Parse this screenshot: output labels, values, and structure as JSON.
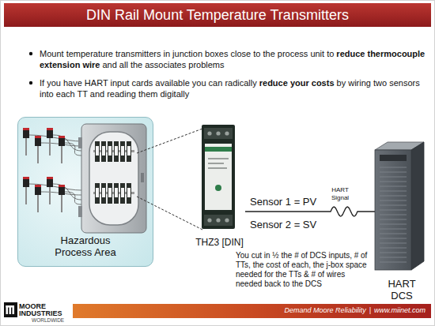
{
  "diagram": {
    "title": "DIN Rail Mount Temperature Transmitters",
    "nodes": [
      {
        "text": [
          "Hazardous Process Area"
        ]
      },
      {
        "text": [
          "THZ3 [DIN]"
        ]
      },
      {
        "text": [
          "HART DCS"
        ]
      }
    ],
    "edges": [
      {
        "from": 1,
        "to": 2,
        "arrow": "none",
        "label": "HART Signal"
      }
    ],
    "labels": [
      "Mount temperature transmitters in junction boxes close to the process unit to",
      "reduce thermocouple extension wire",
      "and all the associates problems",
      "If you have HART input cards available you can radically",
      "reduce your costs",
      "by wiring two sensors into each TT and reading them digitally",
      "Sensor 1 = PV",
      "Sensor 2 = SV",
      "You cut in ½ the # of DCS inputs, # of TTs, the cost of each, the j-box space needed for the TTs & # of wires needed back to the DCS",
      "MOORE",
      "INDUSTRIES",
      "WORLDWIDE",
      "Demand Moore Reliability",
      "|",
      "www.miinet.com"
    ]
  }
}
